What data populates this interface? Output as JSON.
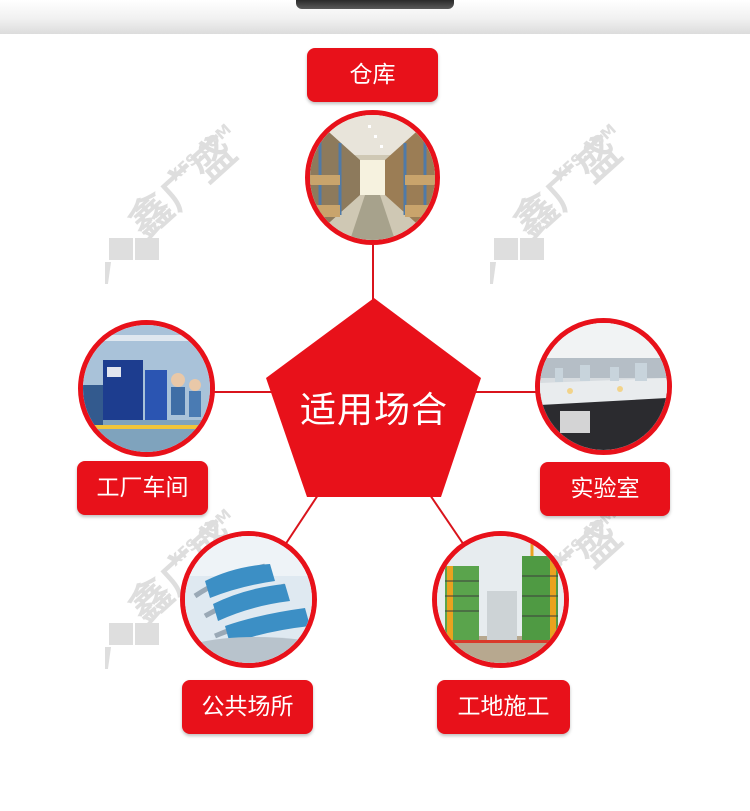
{
  "center": {
    "label": "适用场合"
  },
  "scenes": [
    {
      "id": "warehouse",
      "label": "仓库",
      "icon": "warehouse-photo"
    },
    {
      "id": "factory",
      "label": "工厂车间",
      "icon": "factory-photo"
    },
    {
      "id": "lab",
      "label": "实验室",
      "icon": "laboratory-photo"
    },
    {
      "id": "public",
      "label": "公共场所",
      "icon": "waiting-seats-photo"
    },
    {
      "id": "construction",
      "label": "工地施工",
      "icon": "construction-site-photo"
    }
  ],
  "watermark": {
    "brand": "鑫广盛",
    "domain": "XFS.COM"
  },
  "colors": {
    "accent": "#e8111a",
    "connector": "#d9141c",
    "text_on_accent": "#ffffff"
  }
}
